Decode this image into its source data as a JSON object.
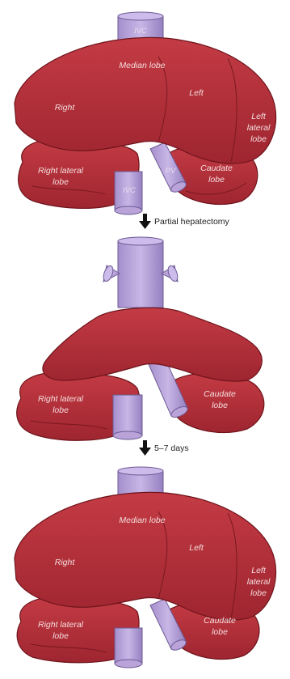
{
  "colors": {
    "liver": "#b8323b",
    "liver_dark": "#8c1f27",
    "liver_edge": "#6e141b",
    "vessel": "#b9a3d9",
    "vessel_dark": "#7f6aa6",
    "arrow": "#111111"
  },
  "stage1": {
    "ivc_top": "IVC",
    "median": "Median lobe",
    "left": "Left",
    "right": "Right",
    "left_lateral": [
      "Left",
      "lateral",
      "lobe"
    ],
    "right_lateral": [
      "Right lateral",
      "lobe"
    ],
    "caudate": [
      "Caudate",
      "lobe"
    ],
    "pv": "PV",
    "ivc_bottom": "IVC"
  },
  "arrow1": {
    "label": "Partial hepatectomy"
  },
  "stage2": {
    "right_lateral": [
      "Right lateral",
      "lobe"
    ],
    "caudate": [
      "Caudate",
      "lobe"
    ]
  },
  "arrow2": {
    "label": "5–7 days"
  },
  "stage3": {
    "median": "Median lobe",
    "left": "Left",
    "right": "Right",
    "left_lateral": [
      "Left",
      "lateral",
      "lobe"
    ],
    "right_lateral": [
      "Right lateral",
      "lobe"
    ],
    "caudate": [
      "Caudate",
      "lobe"
    ]
  }
}
